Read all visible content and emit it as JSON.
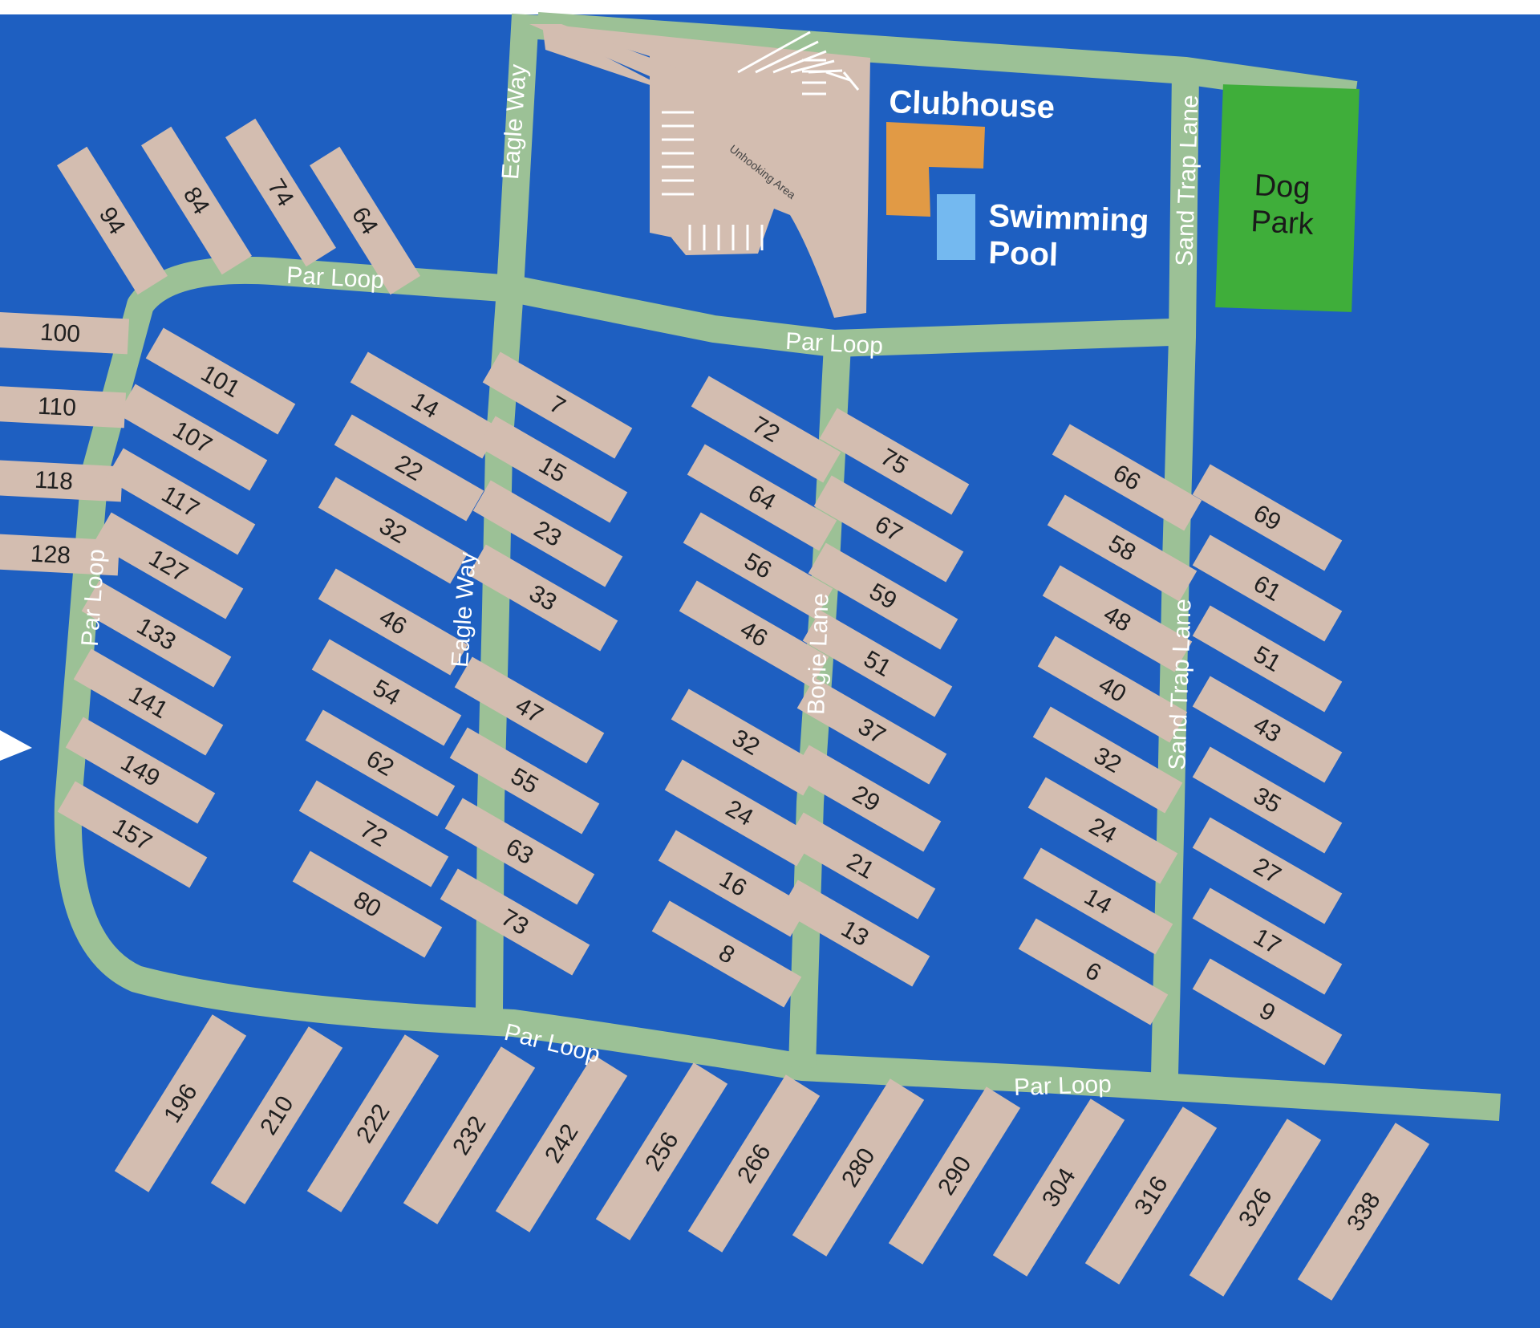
{
  "colors": {
    "background": "#1e5fc1",
    "road": "#9cc196",
    "lot": "#d3bdb0",
    "parking": "#d3bdb0",
    "clubhouse": "#e19a45",
    "pool": "#74b9f0",
    "dog_park": "#3fae3a",
    "lot_text": "#1f1f1f",
    "street_text": "#ffffff"
  },
  "streets": {
    "par_loop_top": "Par Loop",
    "par_loop_mid": "Par Loop",
    "par_loop_left": "Par Loop",
    "par_loop_bottom_a": "Par Loop",
    "par_loop_bottom_b": "Par Loop",
    "eagle_way_top": "Eagle Way",
    "eagle_way": "Eagle Way",
    "bogie_lane": "Bogie Lane",
    "sand_trap_top": "Sand Trap Lane",
    "sand_trap": "Sand Trap Lane"
  },
  "places": {
    "clubhouse": "Clubhouse",
    "pool_line1": "Swimming",
    "pool_line2": "Pool",
    "dog_park_line1": "Dog",
    "dog_park_line2": "Park",
    "unhooking_area": "Unhooking Area"
  },
  "lots": {
    "top_fan": [
      "94",
      "84",
      "74",
      "64"
    ],
    "left_stubs": [
      "100",
      "110",
      "118",
      "128"
    ],
    "loop_inner": [
      "101",
      "107",
      "117",
      "127",
      "133",
      "141",
      "149",
      "157"
    ],
    "col_a_upper": [
      "14",
      "22",
      "32"
    ],
    "col_a_lower": [
      "46",
      "54",
      "62",
      "72",
      "80"
    ],
    "col_b": [
      "7",
      "15",
      "23",
      "33",
      "47",
      "55",
      "63",
      "73"
    ],
    "col_c_upper": [
      "72",
      "64",
      "56",
      "46"
    ],
    "col_c_lower": [
      "32",
      "24",
      "16",
      "8"
    ],
    "col_d": [
      "75",
      "67",
      "59",
      "51",
      "37",
      "29",
      "21",
      "13"
    ],
    "col_e": [
      "66",
      "58",
      "48",
      "40",
      "32",
      "24",
      "14",
      "6"
    ],
    "col_f": [
      "69",
      "61",
      "51",
      "43",
      "35",
      "27",
      "17",
      "9"
    ],
    "bottom_row": [
      "196",
      "210",
      "222",
      "232",
      "242",
      "256",
      "266",
      "280",
      "290",
      "304",
      "316",
      "326",
      "338"
    ]
  }
}
